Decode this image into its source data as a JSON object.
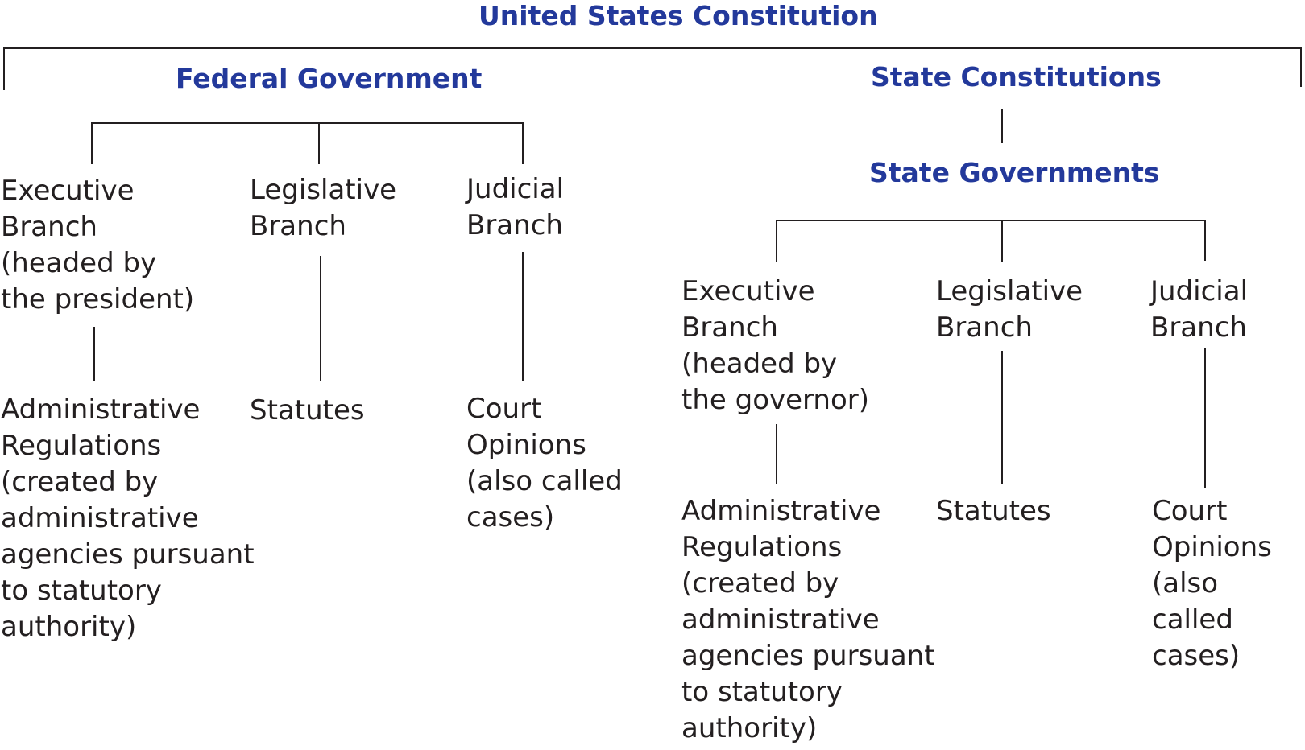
{
  "colors": {
    "heading": "#23399b",
    "text": "#231f20",
    "connector": "#231f20"
  },
  "top": {
    "title": "United States Constitution"
  },
  "federal": {
    "title": "Federal Government",
    "executive": {
      "branch": "Executive\nBranch\n(headed by\nthe president)",
      "source": "Administrative\nRegulations\n(created by\nadministrative\nagencies pursuant\nto statutory\nauthority)"
    },
    "legislative": {
      "branch": "Legislative\nBranch",
      "source": "Statutes"
    },
    "judicial": {
      "branch": "Judicial\nBranch",
      "source": "Court\nOpinions\n(also called\ncases)"
    }
  },
  "state": {
    "constitutions_title": "State Constitutions",
    "governments_title": "State Governments",
    "executive": {
      "branch": "Executive\nBranch\n(headed by\nthe governor)",
      "source": "Administrative\nRegulations\n(created by\nadministrative\nagencies pursuant\nto statutory\nauthority)"
    },
    "legislative": {
      "branch": "Legislative\nBranch",
      "source": "Statutes"
    },
    "judicial": {
      "branch": "Judicial\nBranch",
      "source": "Court\nOpinions\n(also called\ncases)"
    }
  }
}
